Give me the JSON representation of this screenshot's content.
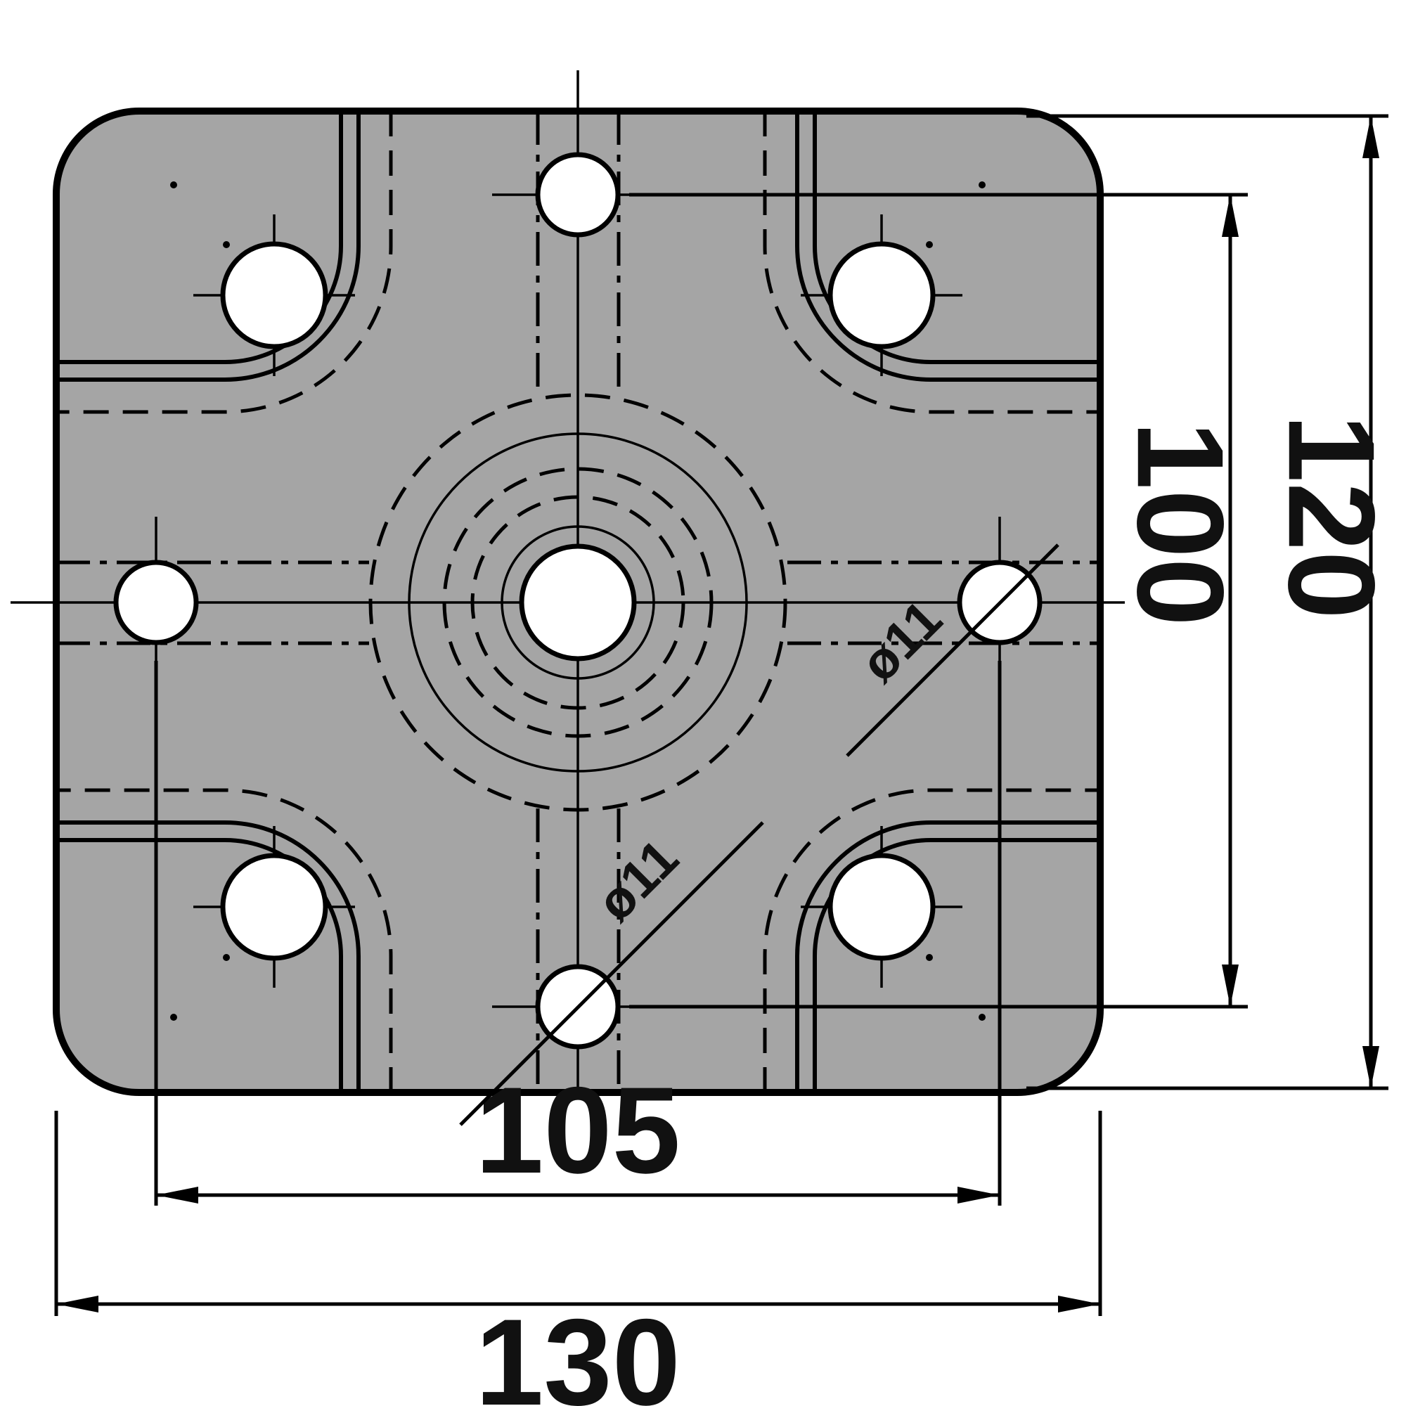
{
  "drawing": {
    "name": "mounting-plate-technical-drawing",
    "dimensions": {
      "overall_width": "130",
      "overall_height": "120",
      "hole_spacing_horizontal": "105",
      "hole_spacing_vertical": "100",
      "hole_diameter_right": "ø11",
      "hole_diameter_bottom": "ø11"
    },
    "colors": {
      "plate_fill": "#a5a5a5",
      "line": "#000000",
      "background": "#ffffff"
    }
  }
}
